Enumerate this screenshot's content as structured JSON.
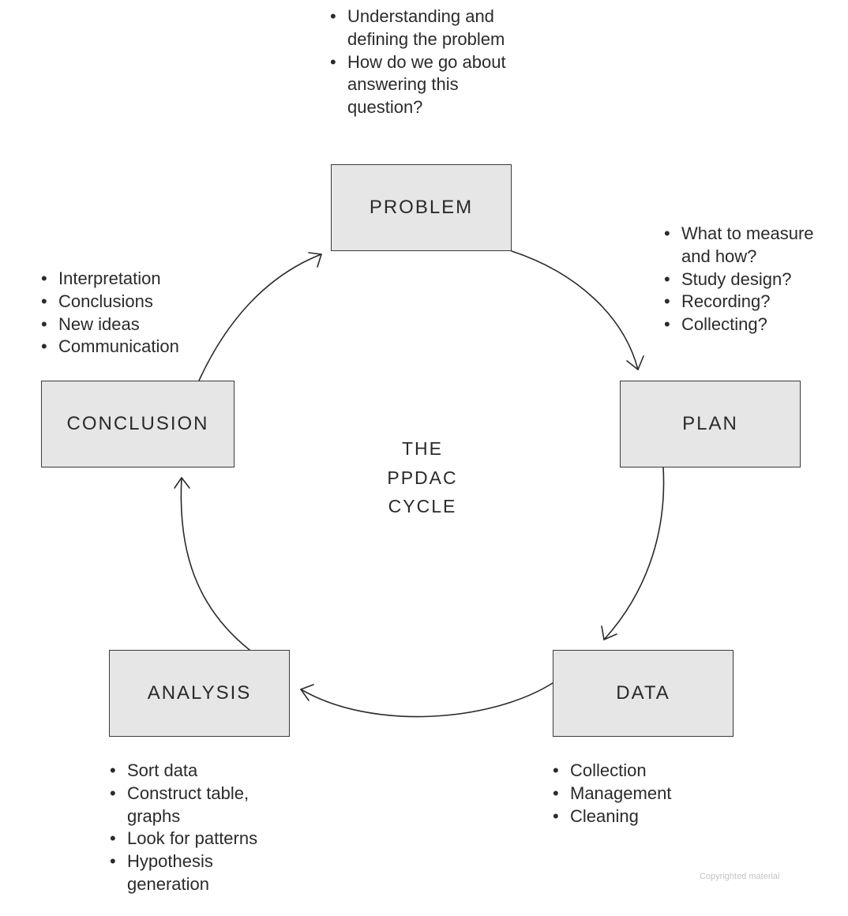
{
  "center_title": [
    "THE",
    "PPDAC",
    "CYCLE"
  ],
  "stages": {
    "problem": {
      "label": "PROBLEM",
      "notes": [
        "Understanding and defining the problem",
        "How do we go about answering this question?"
      ]
    },
    "plan": {
      "label": "PLAN",
      "notes": [
        "What to measure and how?",
        "Study design?",
        "Recording?",
        "Collecting?"
      ]
    },
    "data": {
      "label": "DATA",
      "notes": [
        "Collection",
        "Management",
        "Cleaning"
      ]
    },
    "analysis": {
      "label": "ANALYSIS",
      "notes": [
        "Sort data",
        "Construct table, graphs",
        "Look for patterns",
        "Hypothesis generation"
      ]
    },
    "conclusion": {
      "label": "CONCLUSION",
      "notes": [
        "Interpretation",
        "Conclusions",
        "New ideas",
        "Communication"
      ]
    }
  },
  "copyright": "Copyrighted material",
  "colors": {
    "box_fill": "#e6e6e6",
    "box_border": "#3a3a3a",
    "text": "#222222"
  }
}
